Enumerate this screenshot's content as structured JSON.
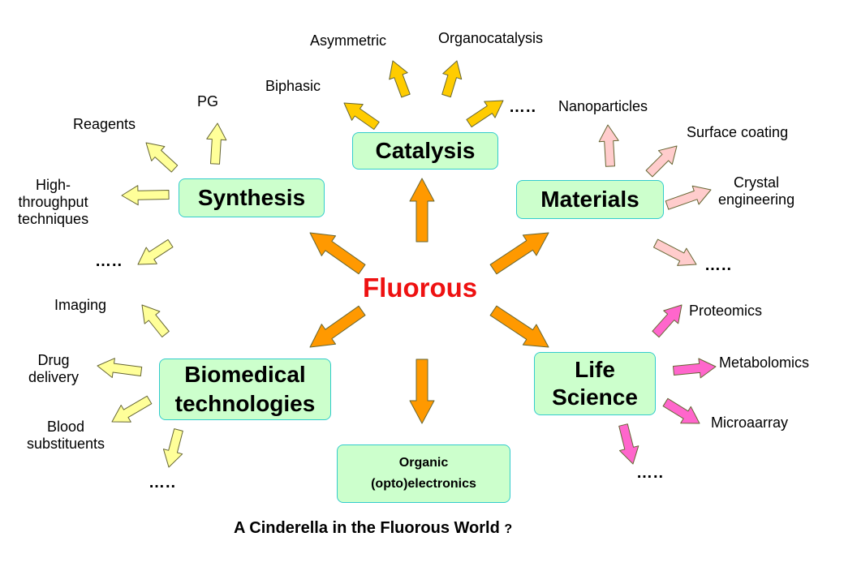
{
  "center": {
    "label": "Fluorous"
  },
  "categories": {
    "catalysis": "Catalysis",
    "synthesis": "Synthesis",
    "materials": "Materials",
    "biomedical": [
      "Biomedical",
      "technologies"
    ],
    "life_science": [
      "Life",
      "Science"
    ],
    "organic_electronics": [
      "Organic",
      "(opto)electronics"
    ]
  },
  "catalysis_items": {
    "asymmetric": "Asymmetric",
    "organocatalysis": "Organocatalysis",
    "biphasic": "Biphasic",
    "more": "….."
  },
  "synthesis_items": {
    "pg": "PG",
    "reagents": "Reagents",
    "high_throughput": [
      "High-",
      "throughput",
      "techniques"
    ],
    "more": "….."
  },
  "materials_items": {
    "nanoparticles": "Nanoparticles",
    "surface_coating": "Surface coating",
    "crystal_engineering": [
      "Crystal",
      "engineering"
    ],
    "more": "….."
  },
  "biomedical_items": {
    "imaging": "Imaging",
    "drug_delivery": [
      "Drug",
      "delivery"
    ],
    "blood_substituents": [
      "Blood",
      "substituents"
    ],
    "more": "….."
  },
  "life_science_items": {
    "proteomics": "Proteomics",
    "metabolomics": "Metabolomics",
    "microarray": "Microaarray",
    "more": "….."
  },
  "caption": {
    "text": "A Cinderella in the Fluorous World",
    "mark": "?"
  },
  "colors": {
    "main_arrow": "#ff9900",
    "catalysis_arrow": "#ffcc00",
    "synthesis_arrow": "#ffff99",
    "materials_arrow": "#ffcccc",
    "life_arrow": "#ff66cc",
    "box_fill": "#ccffcc",
    "box_border": "#33cccc",
    "center_text": "#ee1111"
  }
}
